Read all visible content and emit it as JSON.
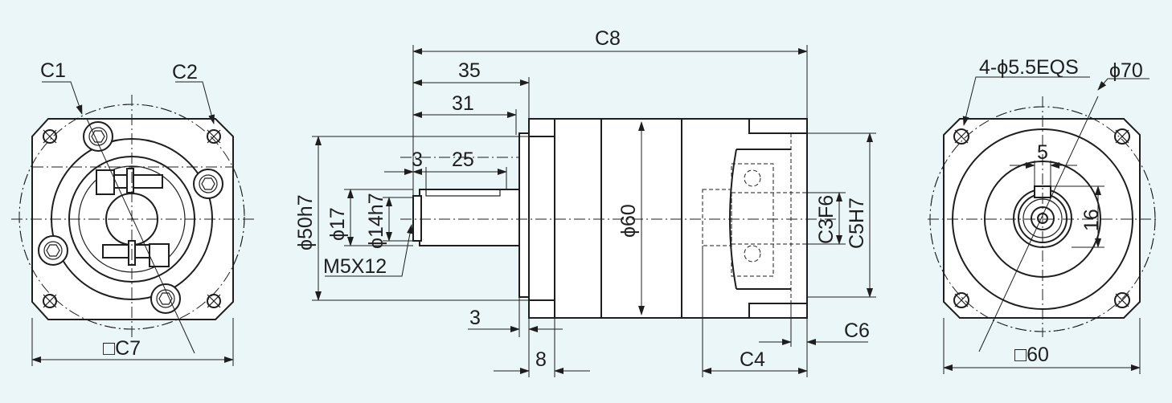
{
  "labels": {
    "c1": "C1",
    "c2": "C2",
    "c7": "□C7",
    "c8": "C8",
    "d35": "35",
    "d31": "31",
    "d3_top": "3",
    "d25": "25",
    "d50": "ϕ50h7",
    "d17": "ϕ17",
    "d14": "ϕ14h7",
    "m5": "M5X12",
    "d60": "ϕ60",
    "c3": "C3F6",
    "c5": "C5H7",
    "d3_bottom": "3",
    "d8": "8",
    "c4": "C4",
    "c6": "C6",
    "holes": "4-ϕ5.5EQS",
    "d70": "ϕ70",
    "d5": "5",
    "d16": "16",
    "sq60": "□60"
  },
  "colors": {
    "background": "#eaf6f7",
    "line": "#1e1e1e",
    "fill": "#ffffff"
  }
}
